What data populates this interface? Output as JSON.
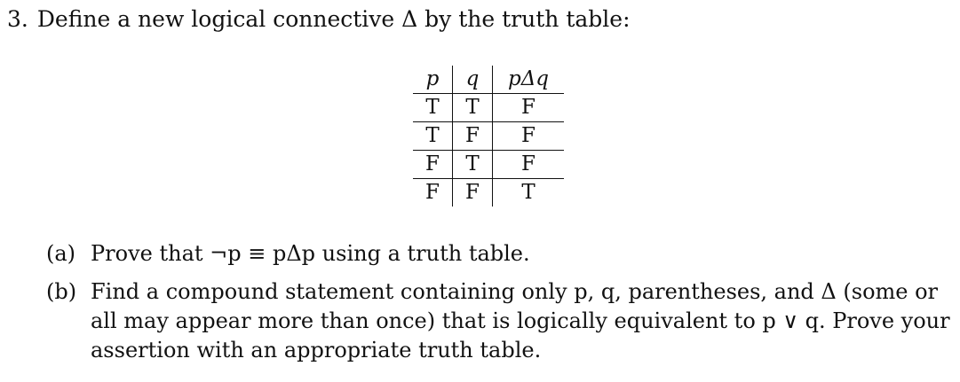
{
  "problem": {
    "number": "3.",
    "statement": "Define a new logical connective Δ by the truth table:"
  },
  "truth_table": {
    "headers": [
      "p",
      "q",
      "pΔq"
    ],
    "rows": [
      [
        "T",
        "T",
        "F"
      ],
      [
        "T",
        "F",
        "F"
      ],
      [
        "F",
        "T",
        "F"
      ],
      [
        "F",
        "F",
        "T"
      ]
    ]
  },
  "parts": [
    {
      "label": "(a)",
      "text": "Prove that ¬p ≡ pΔp using a truth table."
    },
    {
      "label": "(b)",
      "text": "Find a compound statement containing only p, q, parentheses, and Δ (some or all may appear more than once) that is logically equivalent to p ∨ q. Prove your assertion with an appropriate truth table."
    }
  ]
}
